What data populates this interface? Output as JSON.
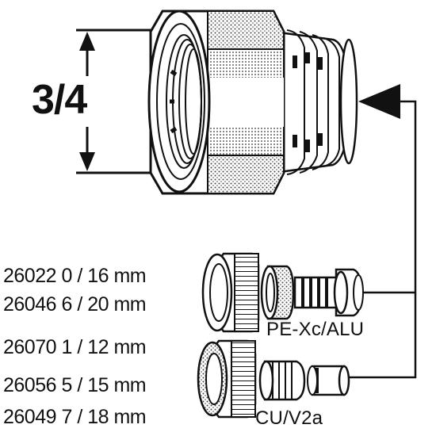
{
  "thread_size": "3/4",
  "groups": [
    {
      "material": "PE-Xc/ALU",
      "codes": [
        "26022 0 / 16 mm",
        "26046 6 / 20 mm"
      ]
    },
    {
      "material": "CU/V2a",
      "codes": [
        "26070 1 / 12 mm",
        "26056 5 / 15 mm",
        "26049 7 / 18 mm"
      ]
    }
  ],
  "colors": {
    "ink": "#111111",
    "paper": "#ffffff",
    "hatch": "#555555"
  }
}
